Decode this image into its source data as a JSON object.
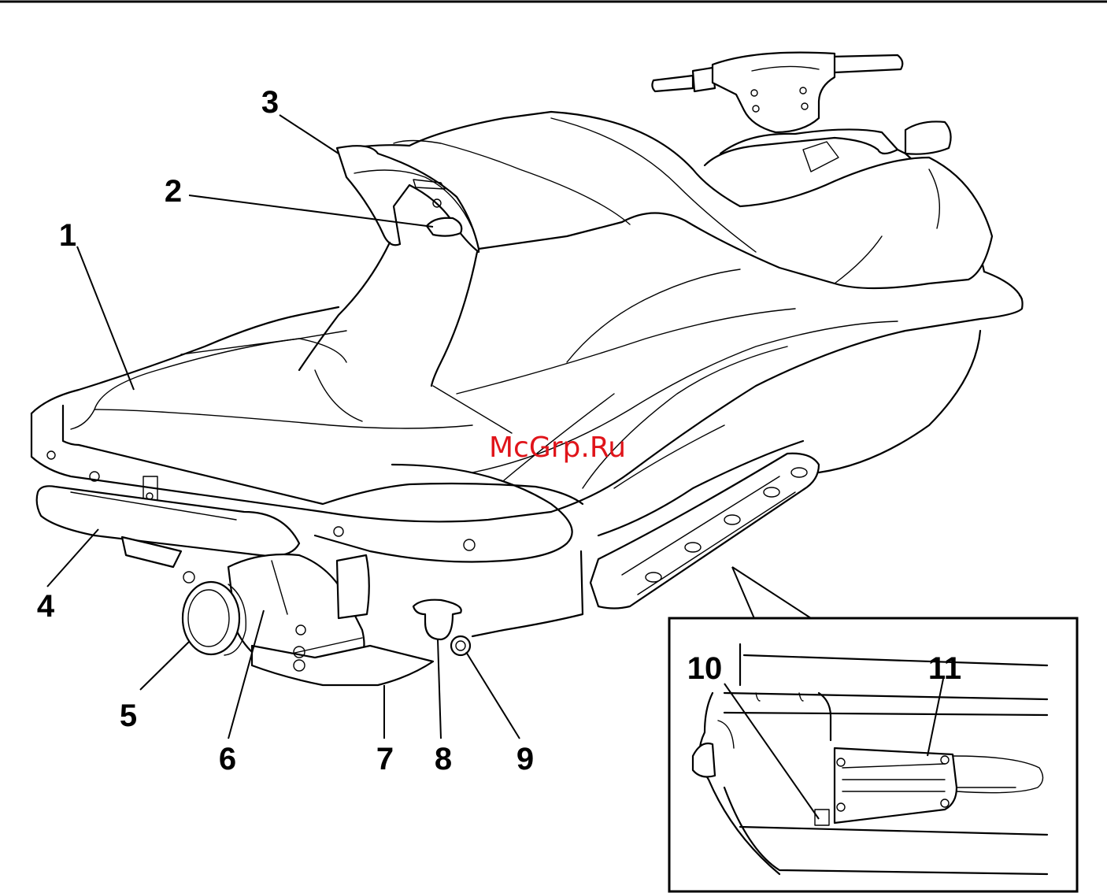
{
  "watermark": "McGrp.Ru",
  "callouts": [
    "1",
    "2",
    "3",
    "4",
    "5",
    "6",
    "7",
    "8",
    "9",
    "10",
    "11"
  ]
}
